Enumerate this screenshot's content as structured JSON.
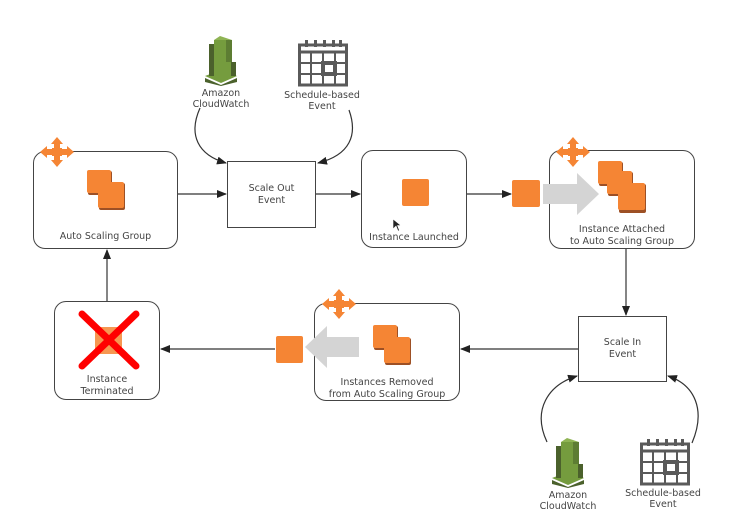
{
  "colors": {
    "instance_orange": "#f58534",
    "instance_shadow": "#9d5025",
    "cloudwatch_green": "#759c3e",
    "cloudwatch_dark": "#4b612c",
    "calendar_gray": "#5a5a5a",
    "terminate_red": "#ff0000",
    "transfer_arrow_gray": "#d4d4d4",
    "line": "#333333"
  },
  "nodes": {
    "auto_scaling_group": {
      "label": "Auto Scaling Group"
    },
    "scale_out_event": {
      "label_line1": "Scale Out",
      "label_line2": "Event"
    },
    "instance_launched": {
      "label": "Instance Launched"
    },
    "instance_attached": {
      "label_line1": "Instance Attached",
      "label_line2": "to Auto Scaling Group"
    },
    "scale_in_event": {
      "label_line1": "Scale In",
      "label_line2": "Event"
    },
    "instances_removed": {
      "label_line1": "Instances Removed",
      "label_line2": "from Auto Scaling Group"
    },
    "instance_terminated": {
      "label_line1": "Instance",
      "label_line2": "Terminated"
    }
  },
  "triggers": {
    "top_cloudwatch": {
      "line1": "Amazon",
      "line2": "CloudWatch"
    },
    "top_schedule": {
      "line1": "Schedule-based",
      "line2": "Event"
    },
    "bottom_cloudwatch": {
      "line1": "Amazon",
      "line2": "CloudWatch"
    },
    "bottom_schedule": {
      "line1": "Schedule-based",
      "line2": "Event"
    }
  },
  "edges": [
    {
      "from": "auto_scaling_group",
      "to": "scale_out_event"
    },
    {
      "from": "top_cloudwatch",
      "to": "scale_out_event"
    },
    {
      "from": "top_schedule",
      "to": "scale_out_event"
    },
    {
      "from": "scale_out_event",
      "to": "instance_launched"
    },
    {
      "from": "instance_launched",
      "to": "instance_attached"
    },
    {
      "from": "instance_attached",
      "to": "scale_in_event"
    },
    {
      "from": "bottom_cloudwatch",
      "to": "scale_in_event"
    },
    {
      "from": "bottom_schedule",
      "to": "scale_in_event"
    },
    {
      "from": "scale_in_event",
      "to": "instances_removed"
    },
    {
      "from": "instances_removed",
      "to": "instance_terminated"
    },
    {
      "from": "instance_terminated",
      "to": "auto_scaling_group"
    }
  ]
}
